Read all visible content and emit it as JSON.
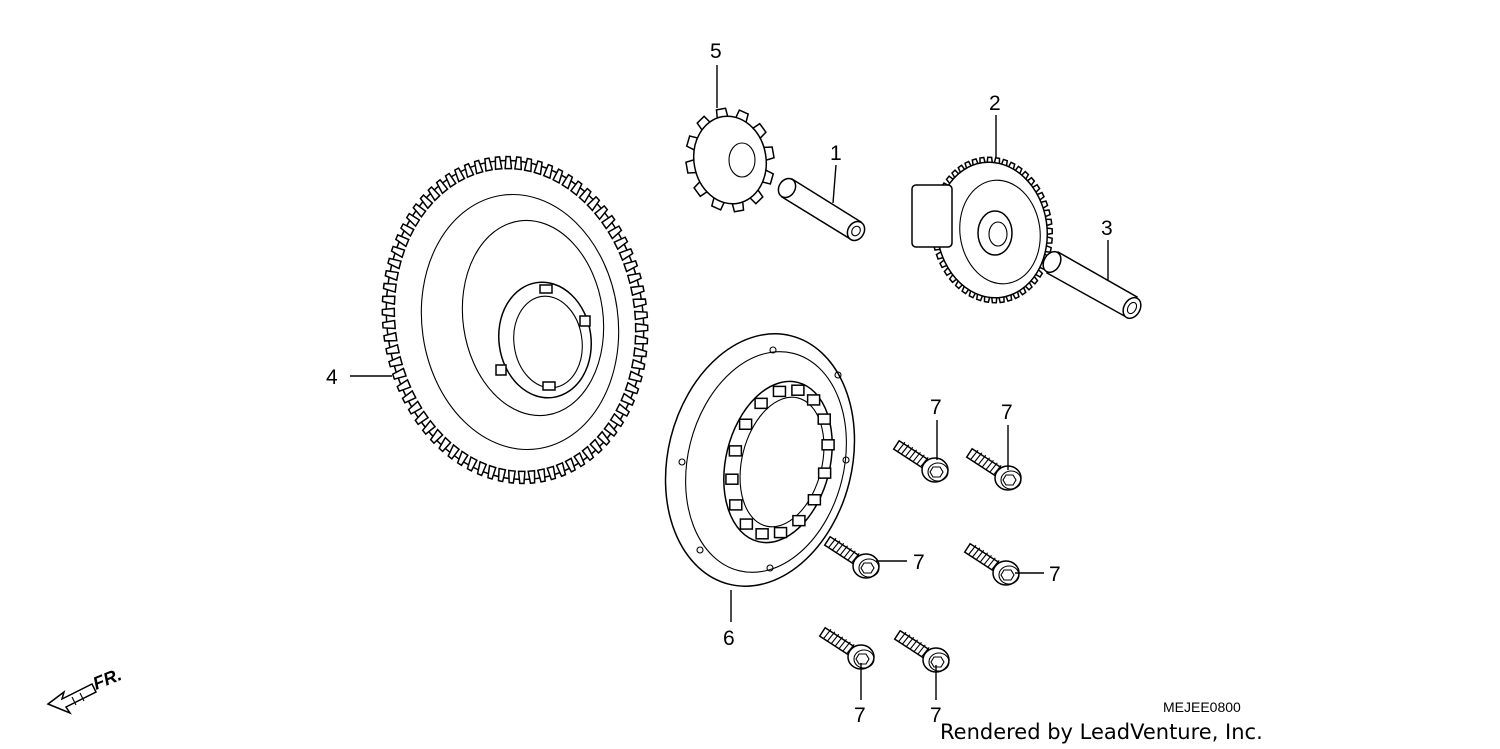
{
  "callouts": {
    "c1": "1",
    "c2": "2",
    "c3": "3",
    "c4": "4",
    "c5": "5",
    "c6": "6",
    "c7a": "7",
    "c7b": "7",
    "c7c": "7",
    "c7d": "7",
    "c7e": "7",
    "c7f": "7"
  },
  "orientation": "FR.",
  "diagram_code": "MEJEE0800",
  "credit": "Rendered by LeadVenture, Inc."
}
